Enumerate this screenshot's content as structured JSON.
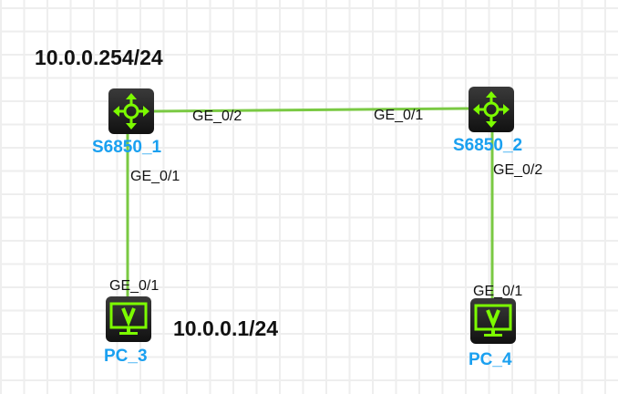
{
  "devices": {
    "s1": {
      "name": "S6850_1",
      "type": "switch"
    },
    "s2": {
      "name": "S6850_2",
      "type": "switch"
    },
    "pc3": {
      "name": "PC_3",
      "type": "pc"
    },
    "pc4": {
      "name": "PC_4",
      "type": "pc"
    }
  },
  "ports": {
    "s1_ge02": "GE_0/2",
    "s2_ge01": "GE_0/1",
    "s1_ge01": "GE_0/1",
    "pc3_ge01": "GE_0/1",
    "s2_ge02": "GE_0/2",
    "pc4_ge01": "GE_0/1"
  },
  "annotations": {
    "ip_s1": "10.0.0.254/24",
    "ip_pc3": "10.0.0.1/24"
  },
  "colors": {
    "link": "#7ac943",
    "device_icon": "#7cfc00",
    "label": "#1aa0f0"
  }
}
